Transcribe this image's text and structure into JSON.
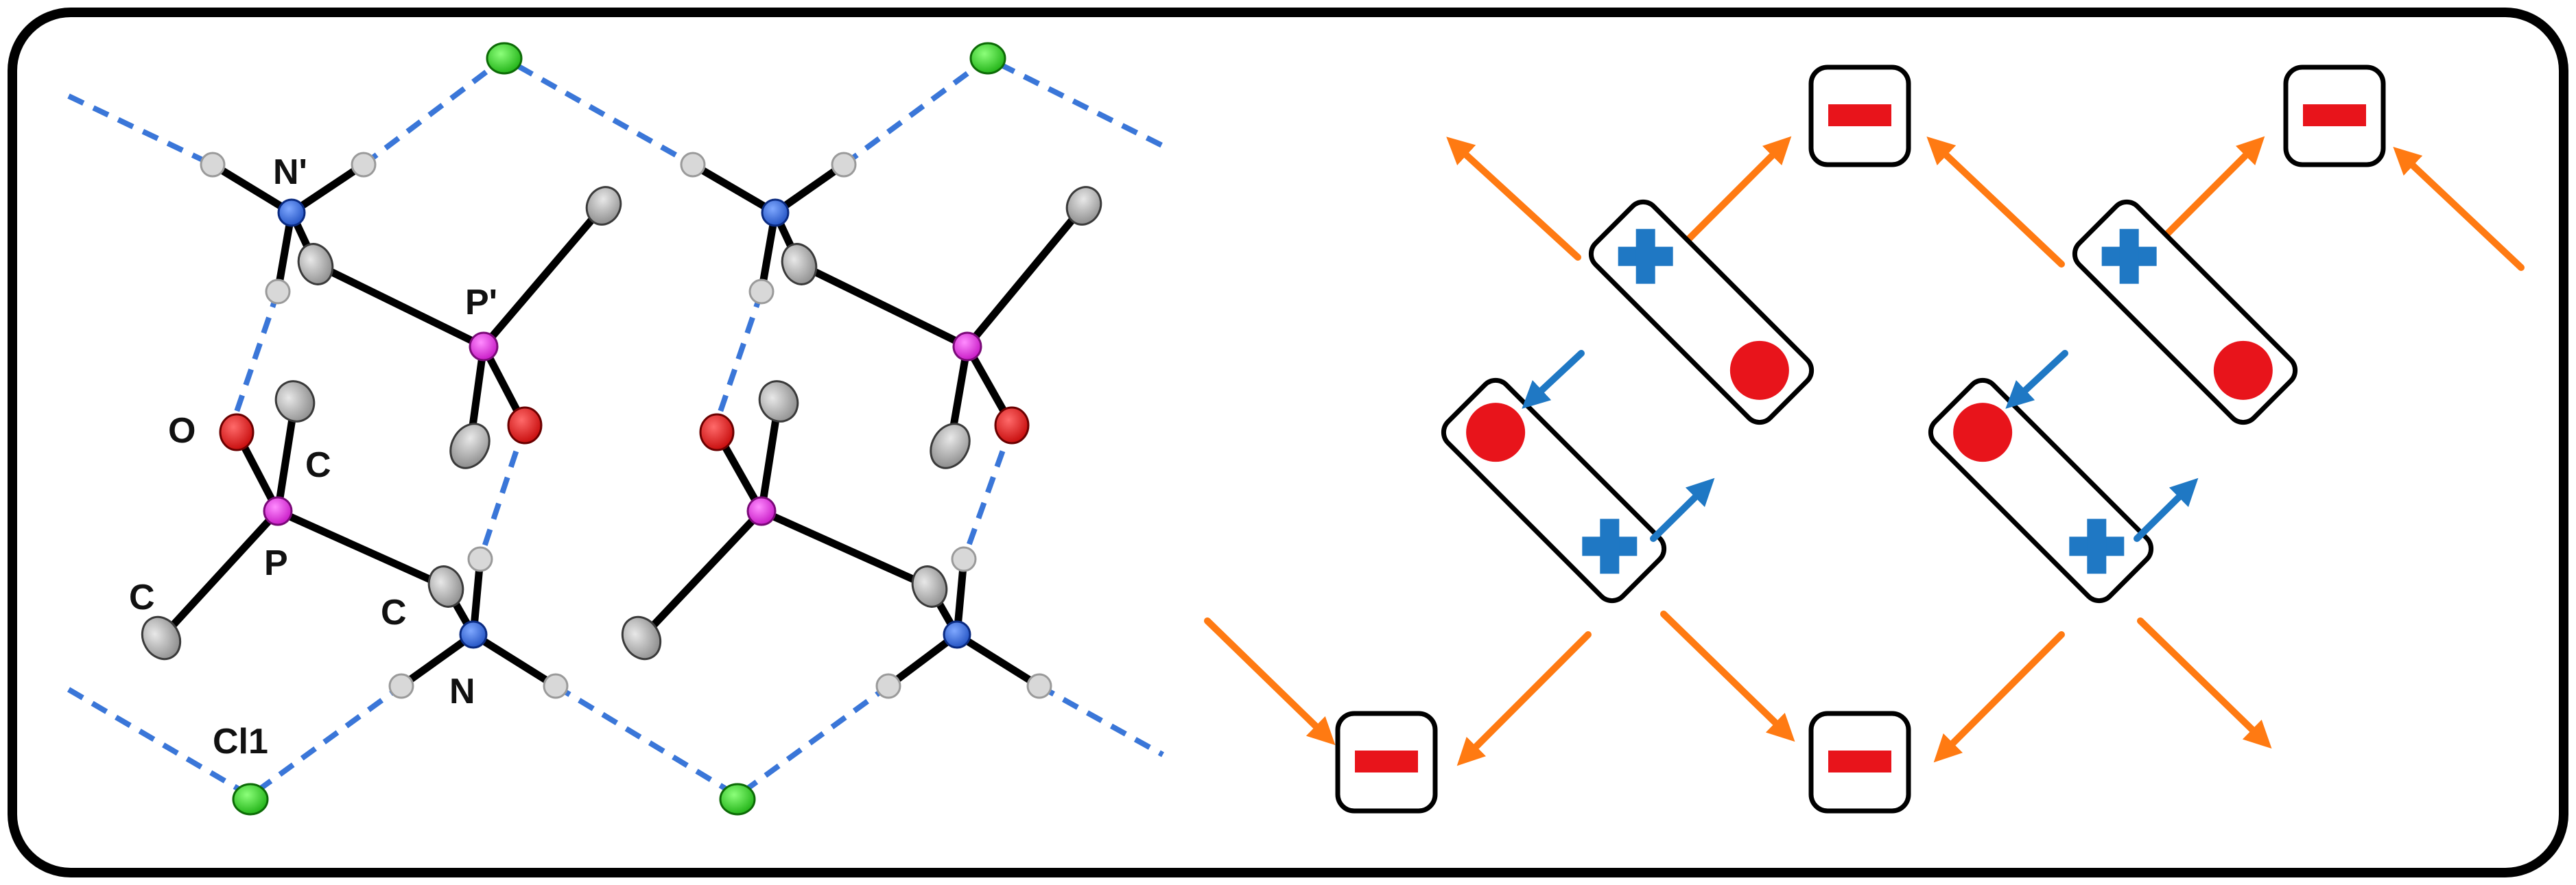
{
  "crystal_structure": {
    "atom_labels": {
      "n_prime": "N'",
      "p_prime": "P'",
      "o": "O",
      "c_upper": "C",
      "p": "P",
      "c_left": "C",
      "c_lower": "C",
      "n": "N",
      "cl1": "Cl1"
    },
    "colors": {
      "nitrogen": "#1f5fd6",
      "phosphorus": "#e21be0",
      "oxygen": "#e01010",
      "chlorine": "#22cc1a",
      "carbon": "#9a9a9a",
      "hydrogen": "#d3d3d3",
      "hydrogen_bond": "#3a76d8"
    }
  },
  "schematic": {
    "colors": {
      "anion_minus": "#e8141b",
      "cation_plus": "#1f78c4",
      "negative_end": "#e8141b",
      "interaction_arrow": "#ff7a12",
      "dipole_arrow": "#1f78c4",
      "box_border": "#000000"
    },
    "symbols": {
      "plus": "cross-icon",
      "minus": "minus-icon",
      "negative": "circle-icon"
    }
  }
}
